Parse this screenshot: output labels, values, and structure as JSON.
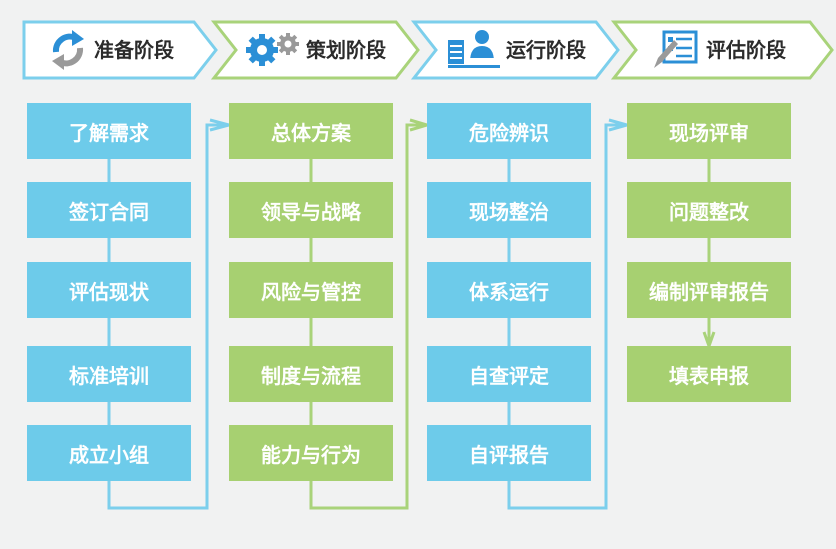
{
  "colors": {
    "blue": "#6dcbea",
    "green": "#a7d071",
    "blue_line": "#7ccfec",
    "green_line": "#a9d37a",
    "header_fill": "#ffffff"
  },
  "stages": [
    {
      "title": "准备阶段",
      "icon": "refresh-arrows-icon"
    },
    {
      "title": "策划阶段",
      "icon": "gears-icon"
    },
    {
      "title": "运行阶段",
      "icon": "worker-at-desk-icon"
    },
    {
      "title": "评估阶段",
      "icon": "document-pen-icon"
    }
  ],
  "columns": [
    {
      "color": "blue",
      "items": [
        "了解需求",
        "签订合同",
        "评估现状",
        "标准培训",
        "成立小组"
      ]
    },
    {
      "color": "green",
      "items": [
        "总体方案",
        "领导与战略",
        "风险与管控",
        "制度与流程",
        "能力与行为"
      ]
    },
    {
      "color": "blue",
      "items": [
        "危险辨识",
        "现场整治",
        "体系运行",
        "自查评定",
        "自评报告"
      ]
    },
    {
      "color": "green",
      "items": [
        "现场评审",
        "问题整改",
        "编制评审报告",
        "填表申报"
      ]
    }
  ]
}
